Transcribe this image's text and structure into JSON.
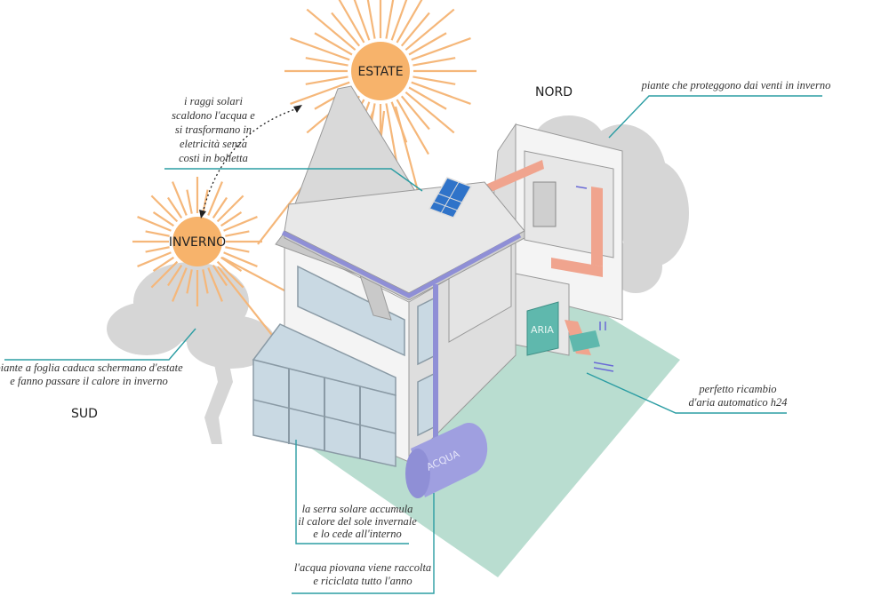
{
  "suns": {
    "summer_label": "ESTATE",
    "winter_label": "INVERNO"
  },
  "orientation": {
    "north": "NORD",
    "south": "SUD"
  },
  "components": {
    "air_unit": "ARIA",
    "water_tank": "ACQUA"
  },
  "annotations": {
    "solar": [
      "i raggi solari",
      "scaldono l'acqua e",
      "si trasformano in",
      "eletricità senza",
      "costi in bolletta"
    ],
    "north_trees": [
      "piante che proteggono dai venti in inverno"
    ],
    "south_trees": [
      "piante a foglia caduca schermano d'estate",
      "e fanno passare il calore in inverno"
    ],
    "ventilation": [
      "perfetto ricambio",
      "d'aria automatico h24"
    ],
    "greenhouse": [
      "la serra solare accumula",
      "il calore del sole invernale",
      "e lo cede all'interno"
    ],
    "rainwater": [
      "l'acqua piovana viene raccolta",
      "e riciclata tutto l'anno"
    ]
  },
  "colors": {
    "leader_line": "#2b9da3",
    "sun": "#f7b36b",
    "ground": "#b9ddd0",
    "tree": "#d6d6d6",
    "gutter": "#8f8fd6",
    "duct": "#f0a48e",
    "air_unit": "#5fb8ad",
    "solar_panel": "#2f73c9"
  }
}
